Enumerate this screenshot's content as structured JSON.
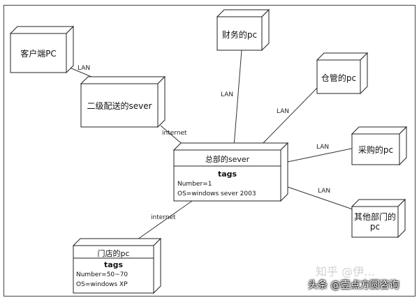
{
  "nodes": {
    "client": {
      "label": "客户端PC"
    },
    "secondary_server": {
      "label": "二级配送的sever"
    },
    "finance": {
      "label": "财务的pc"
    },
    "warehouse": {
      "label": "仓管的pc"
    },
    "purchasing": {
      "label": "采购的pc"
    },
    "other": {
      "label_line1": "其他部门的",
      "label_line2": "pc"
    },
    "hq_server": {
      "title": "总部的sever",
      "subtitle": "tags",
      "line1": "Number=1",
      "line2": "OS=windows sever 2003"
    },
    "store": {
      "title": "门店的pc",
      "subtitle": "tags",
      "line1": "Number=50~70",
      "line2": "OS=windows XP"
    }
  },
  "edges": {
    "client_secondary": "LAN",
    "secondary_hq": "internet",
    "finance_hq": "LAN",
    "warehouse_hq": "LAN",
    "purchasing_hq": "LAN",
    "other_hq": "LAN",
    "store_hq": "internet"
  },
  "watermark": {
    "faint": "知乎 @伊…",
    "main": "头条 @壹点方圆咨询"
  }
}
